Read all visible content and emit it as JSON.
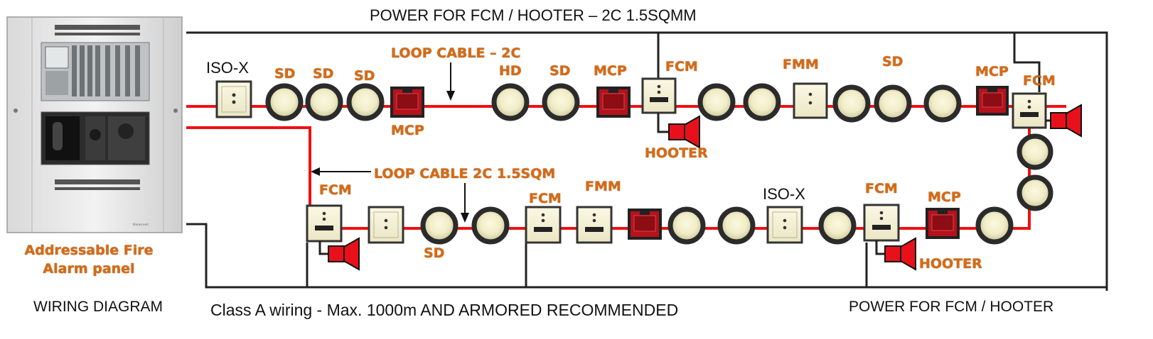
{
  "titles": {
    "top_power": "POWER FOR FCM / HOOTER – 2C 1.5SQMM",
    "bottom_power": "POWER FOR FCM / HOOTER",
    "caption": "WIRING DIAGRAM",
    "note": "Class A wiring - Max. 1000m AND ARMORED RECOMMENDED"
  },
  "panel": {
    "label_line1": "Addressable Fire",
    "label_line2": "Alarm panel",
    "brand": "Honeywell"
  },
  "cables": {
    "loop_top": "LOOP CABLE – 2C",
    "loop_bottom": "LOOP CABLE 2C 1.5SQM"
  },
  "device_labels": {
    "iso_x_top": "ISO-X",
    "sd1": "SD",
    "sd2": "SD",
    "sd3": "SD",
    "mcp_top_below": "MCP",
    "hd": "HD",
    "sd4": "SD",
    "mcp_top2": "MCP",
    "fcm_top1": "FCM",
    "hooter_top": "HOOTER",
    "fmm_top": "FMM",
    "sd_top_right": "SD",
    "mcp_top_right": "MCP",
    "fcm_top_right": "FCM",
    "fcm_bottom1": "FCM",
    "sd_bottom": "SD",
    "fcm_bottom2": "FCM",
    "fmm_bottom": "FMM",
    "iso_x_bottom": "ISO-X",
    "fcm_bottom3": "FCM",
    "mcp_bottom": "MCP",
    "hooter_bottom": "HOOTER"
  },
  "colors": {
    "loop": "#ee1111",
    "power": "#222222",
    "label": "#d86a12",
    "mcp": "#b5121b",
    "module_fill": "#f7f3d6"
  }
}
